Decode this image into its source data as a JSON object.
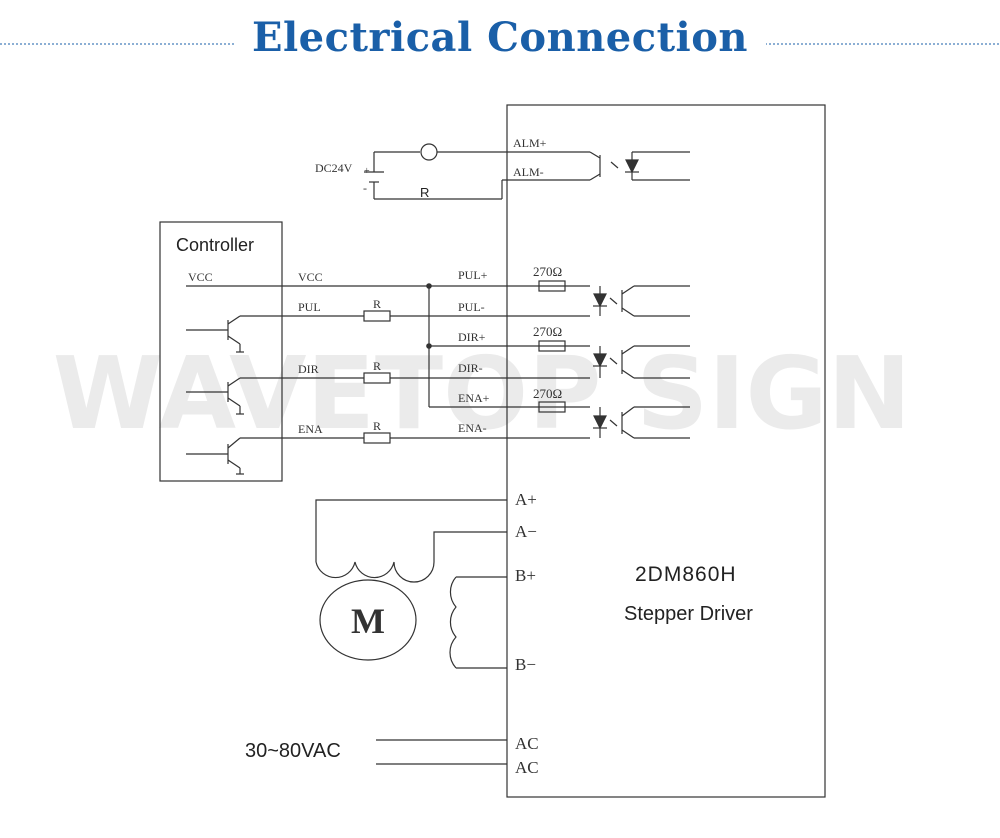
{
  "title": "Electrical Connection",
  "watermark": "WAVETOP SIGN",
  "colors": {
    "title": "#1a5fa8",
    "line": "#333333",
    "watermark": "#ececec"
  },
  "power24": {
    "label": "DC24V",
    "plus": "+",
    "minus": "-",
    "resistor": "R"
  },
  "alarm": {
    "plus": "ALM+",
    "minus": "ALM-"
  },
  "controller": {
    "label": "Controller",
    "vcc": "VCC"
  },
  "signals": {
    "vcc": "VCC",
    "pul": "PUL",
    "dir": "DIR",
    "ena": "ENA",
    "r": "R",
    "pul_plus": "PUL+",
    "pul_minus": "PUL-",
    "dir_plus": "DIR+",
    "dir_minus": "DIR-",
    "ena_plus": "ENA+",
    "ena_minus": "ENA-",
    "ohm": "270Ω"
  },
  "motor": {
    "label": "M",
    "a_plus": "A+",
    "a_minus": "A−",
    "b_plus": "B+",
    "b_minus": "B−"
  },
  "driver": {
    "model": "2DM860H",
    "name": "Stepper Driver"
  },
  "power_ac": {
    "label": "30~80VAC",
    "ac1": "AC",
    "ac2": "AC"
  }
}
